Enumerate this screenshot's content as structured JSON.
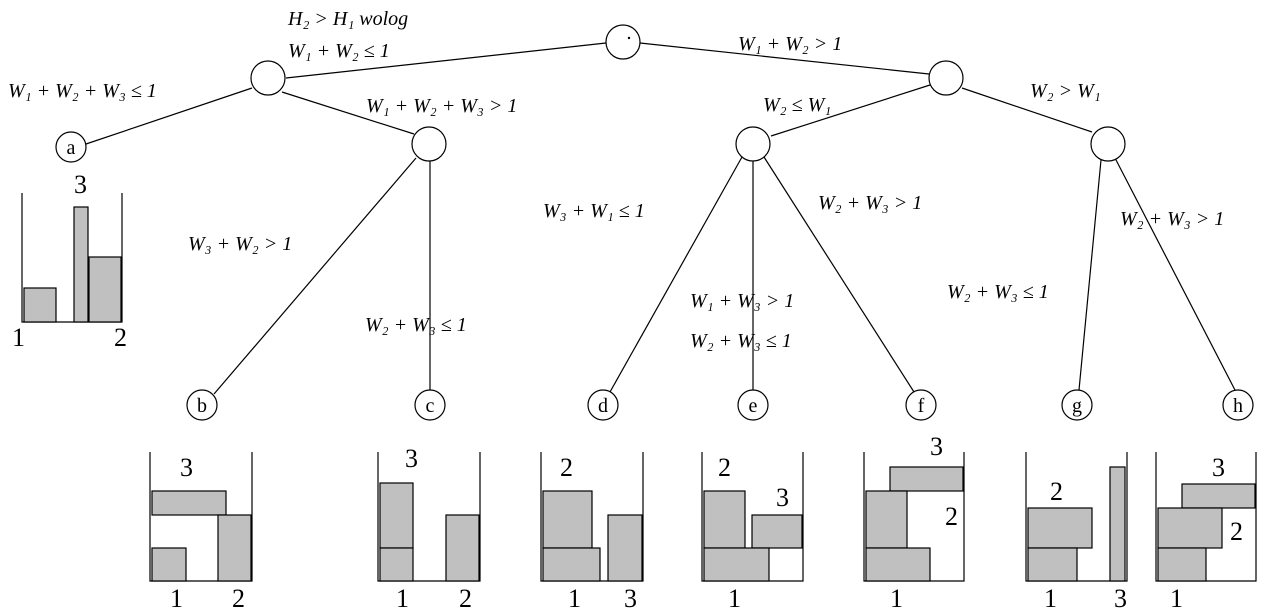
{
  "edge_labels": {
    "root_left_line1": "H₂ > H₁  wolog",
    "root_left_line2": "W₁ + W₂ ≤ 1",
    "root_right": "W₁ + W₂ > 1",
    "l_to_a": "W₁ + W₂ + W₃ ≤ 1",
    "l_to_lr": "W₁ + W₂ + W₃ > 1",
    "lr_to_b": "W₃ + W₂ > 1",
    "lr_to_c": "W₂ + W₃ ≤ 1",
    "r_to_rl": "W₂ ≤ W₁",
    "r_to_rr": "W₂ > W₁",
    "rl_to_d": "W₃ + W₁ ≤ 1",
    "rl_to_e_line1": "W₁ + W₃ > 1",
    "rl_to_e_line2": "W₂ + W₃ ≤ 1",
    "rl_to_f": "W₂ + W₃ > 1",
    "rr_to_g": "W₂ + W₃ ≤ 1",
    "rr_to_h": "W₂ + W₃ > 1"
  },
  "leaves": {
    "a": "a",
    "b": "b",
    "c": "c",
    "d": "d",
    "e": "e",
    "f": "f",
    "g": "g",
    "h": "h"
  },
  "packings": {
    "a": {
      "n1": "1",
      "n2": "2",
      "n3": "3"
    },
    "b": {
      "n1": "1",
      "n2": "2",
      "n3": "3"
    },
    "c": {
      "n1": "1",
      "n2": "2",
      "n3": "3"
    },
    "d": {
      "n1": "1",
      "n2": "2",
      "n3": "3"
    },
    "e": {
      "n1": "1",
      "n2": "2",
      "n3": "3"
    },
    "f": {
      "n1": "1",
      "n2": "2",
      "n3": "3"
    },
    "g": {
      "n1": "1",
      "n2": "2",
      "n3": "3"
    },
    "h": {
      "n1": "1",
      "n2": "2",
      "n3": "3"
    }
  }
}
